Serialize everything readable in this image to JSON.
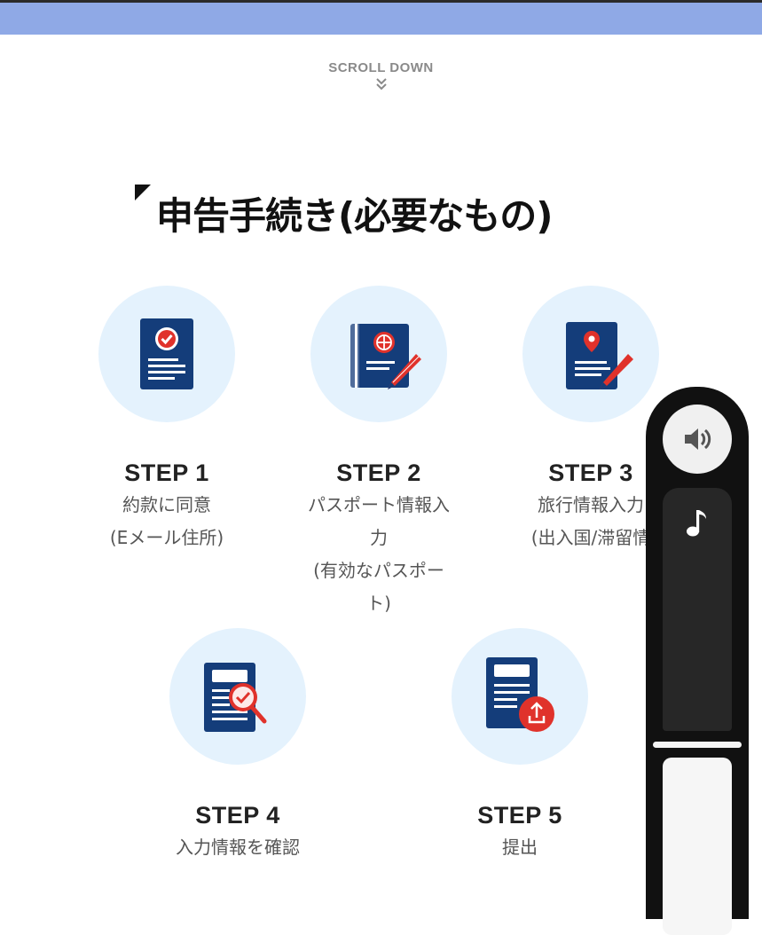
{
  "header": {
    "scroll_hint": "SCROLL DOWN"
  },
  "section": {
    "title": "申告手続き(必要なもの)"
  },
  "steps": [
    {
      "label": "STEP 1",
      "desc": [
        "約款に同意",
        "(Eメール住所)"
      ],
      "icon": "checklist-document-icon"
    },
    {
      "label": "STEP 2",
      "desc": [
        "パスポート情報入",
        "力",
        "(有効なパスポー",
        "ト)"
      ],
      "icon": "passport-pen-icon"
    },
    {
      "label": "STEP 3",
      "desc": [
        "旅行情報入力",
        "(出入国/滞留情"
      ],
      "icon": "travel-document-pen-icon"
    },
    {
      "label": "STEP 4",
      "desc": [
        "入力情報を確認"
      ],
      "icon": "document-magnifier-icon"
    },
    {
      "label": "STEP 5",
      "desc": [
        "提出"
      ],
      "icon": "document-upload-icon"
    }
  ],
  "audio": {
    "sound_icon": "speaker-icon",
    "music_icon": "music-note-icon"
  },
  "colors": {
    "accent_blue": "#8fa9e6",
    "doc_blue": "#143d7a",
    "circle_bg": "#e4f2fd",
    "red": "#e0322b"
  }
}
